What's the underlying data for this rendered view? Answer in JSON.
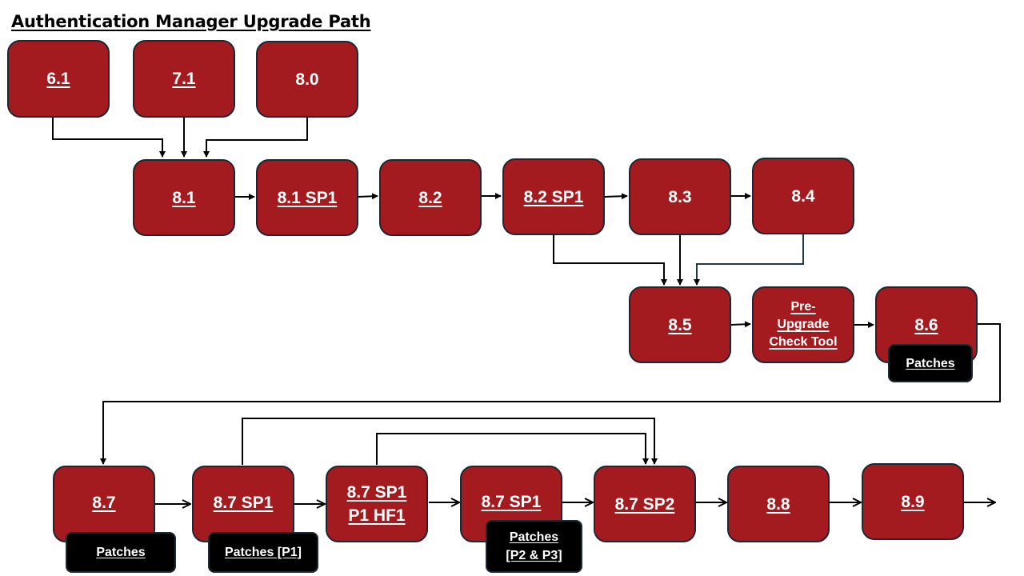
{
  "title": "Authentication Manager Upgrade Path",
  "colors": {
    "node_fill": "#A31B1F",
    "node_border": "#1E2733",
    "patch_fill": "#000000",
    "connector": "#000000"
  },
  "nodes": {
    "v6_1": {
      "label": "6.1",
      "link": true
    },
    "v7_1": {
      "label": "7.1",
      "link": true
    },
    "v8_0": {
      "label": "8.0",
      "link": false
    },
    "v8_1": {
      "label": "8.1",
      "link": true
    },
    "v8_1_sp1": {
      "label": "8.1 SP1",
      "link": true
    },
    "v8_2": {
      "label": "8.2",
      "link": true
    },
    "v8_2_sp1": {
      "label": "8.2 SP1",
      "link": true
    },
    "v8_3": {
      "label": "8.3",
      "link": false
    },
    "v8_4": {
      "label": "8.4",
      "link": false
    },
    "v8_5": {
      "label": "8.5",
      "link": true
    },
    "pre_upgrade": {
      "label": "Pre-Upgrade Check Tool",
      "line1": "Pre-",
      "line2": "Upgrade",
      "line3": "Check Tool",
      "link": true
    },
    "v8_6": {
      "label": "8.6",
      "link": true
    },
    "v8_7": {
      "label": "8.7",
      "link": true
    },
    "v8_7_sp1": {
      "label": "8.7 SP1",
      "link": true
    },
    "v8_7_sp1_p1_hf1": {
      "label": "8.7 SP1 P1 HF1",
      "line1": "8.7 SP1",
      "line2": "P1 HF1",
      "link": true
    },
    "v8_7_sp1_b": {
      "label": "8.7 SP1",
      "link": true
    },
    "v8_7_sp2": {
      "label": "8.7 SP2",
      "link": true
    },
    "v8_8": {
      "label": "8.8",
      "link": true
    },
    "v8_9": {
      "label": "8.9",
      "link": true
    }
  },
  "patches": {
    "p8_6": {
      "label": "Patches"
    },
    "p8_7": {
      "label": "Patches"
    },
    "p8_7_sp1": {
      "label": "Patches [P1]"
    },
    "p8_7_sp1_b": {
      "line1": "Patches",
      "line2": "[P2 & P3]"
    }
  },
  "edges": [
    [
      "6.1",
      "8.1"
    ],
    [
      "7.1",
      "8.1"
    ],
    [
      "8.0",
      "8.1"
    ],
    [
      "8.1",
      "8.1 SP1"
    ],
    [
      "8.1 SP1",
      "8.2"
    ],
    [
      "8.2",
      "8.2 SP1"
    ],
    [
      "8.2 SP1",
      "8.3"
    ],
    [
      "8.3",
      "8.4"
    ],
    [
      "8.2 SP1",
      "8.5"
    ],
    [
      "8.3",
      "8.5"
    ],
    [
      "8.4",
      "8.5"
    ],
    [
      "8.5",
      "Pre-Upgrade Check Tool"
    ],
    [
      "Pre-Upgrade Check Tool",
      "8.6"
    ],
    [
      "8.6",
      "8.7"
    ],
    [
      "8.7",
      "8.7 SP1"
    ],
    [
      "8.7 SP1",
      "8.7 SP1 P1 HF1"
    ],
    [
      "8.7 SP1 P1 HF1",
      "8.7 SP1"
    ],
    [
      "8.7 SP1",
      "8.7 SP2"
    ],
    [
      "8.7 SP1",
      "8.7 SP2 (bypass)"
    ],
    [
      "8.7 SP1 P1 HF1",
      "8.7 SP2 (bypass)"
    ],
    [
      "8.7 SP2",
      "8.8"
    ],
    [
      "8.8",
      "8.9"
    ],
    [
      "8.9",
      "next"
    ]
  ]
}
